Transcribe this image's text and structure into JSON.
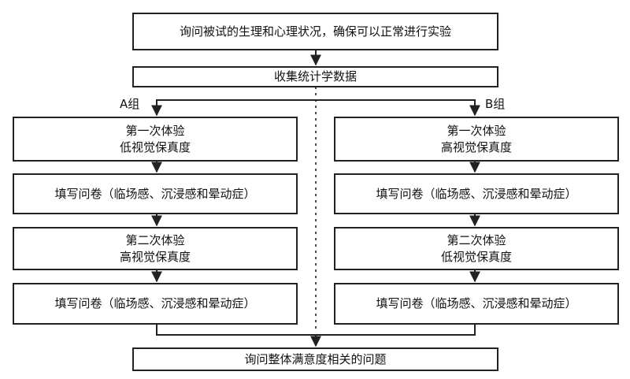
{
  "top": {
    "consult": "询问被试的生理和心理状况，确保可以正常进行实验",
    "collect": "收集统计学数据"
  },
  "group_a": {
    "label": "A组",
    "exp1_line1": "第一次体验",
    "exp1_line2": "低视觉保真度",
    "survey1": "填写问卷（临场感、沉浸感和晕动症）",
    "exp2_line1": "第二次体验",
    "exp2_line2": "高视觉保真度",
    "survey2": "填写问卷（临场感、沉浸感和晕动症）"
  },
  "group_b": {
    "label": "B组",
    "exp1_line1": "第一次体验",
    "exp1_line2": "高视觉保真度",
    "survey1": "填写问卷（临场感、沉浸感和晕动症）",
    "exp2_line1": "第二次体验",
    "exp2_line2": "低视觉保真度",
    "survey2": "填写问卷（临场感、沉浸感和晕动症）"
  },
  "bottom": {
    "final": "询问整体满意度相关的问题"
  }
}
